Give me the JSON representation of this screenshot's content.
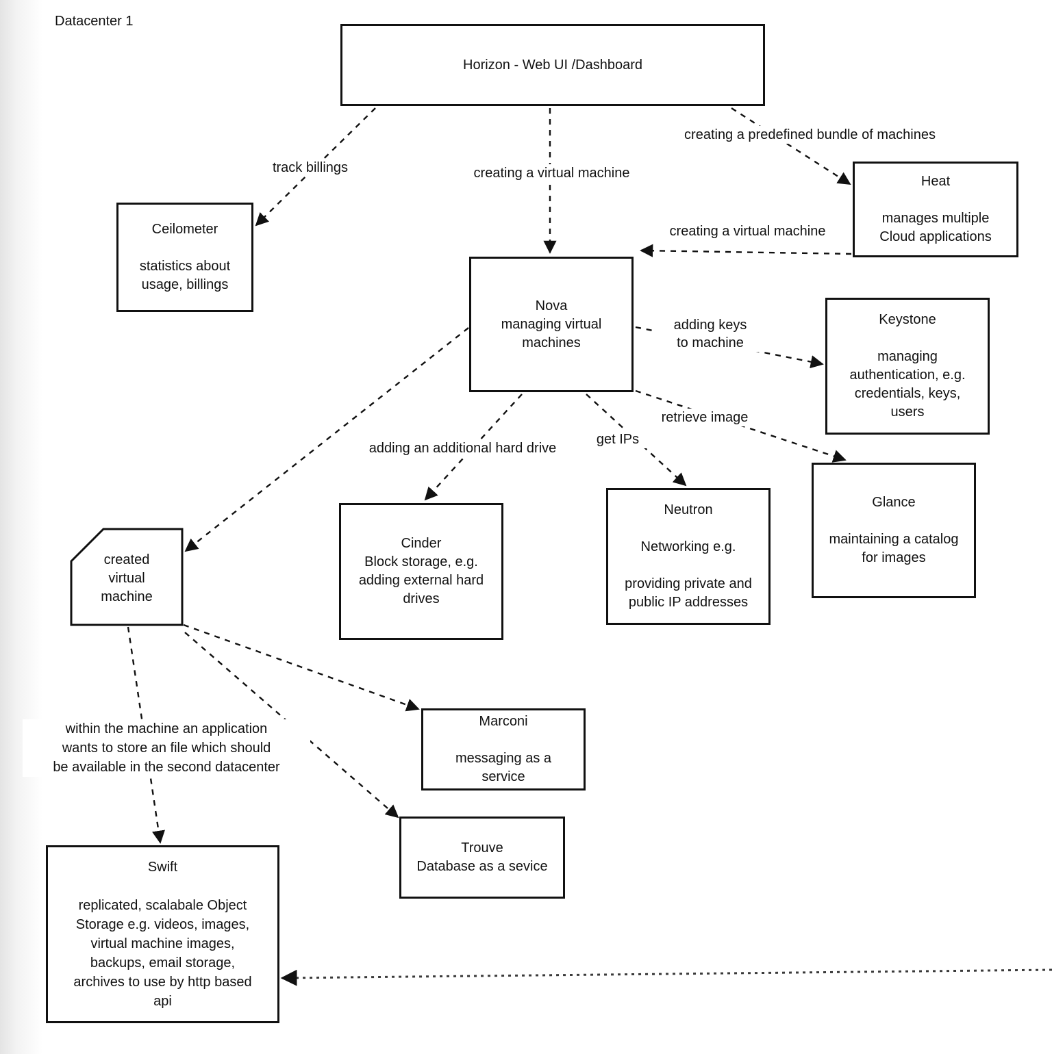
{
  "diagram": {
    "title": "Datacenter 1",
    "colors": {
      "line": "#111111",
      "box_border": "#111111",
      "background": "#ffffff"
    },
    "nodes": {
      "horizon": {
        "text": "Horizon - Web UI /Dashboard"
      },
      "ceilometer": {
        "text": "Ceilometer\n\nstatistics about\nusage, billings"
      },
      "heat": {
        "text": "Heat\n\nmanages multiple\nCloud applications"
      },
      "nova": {
        "text": "Nova\nmanaging virtual\nmachines"
      },
      "keystone": {
        "text": "Keystone\n\nmanaging\nauthentication, e.g.\ncredentials, keys,\nusers"
      },
      "glance": {
        "text": "Glance\n\nmaintaining a catalog\nfor images"
      },
      "cinder": {
        "text": "Cinder\nBlock storage, e.g.\nadding external hard\ndrives"
      },
      "neutron": {
        "text": "Neutron\n\nNetworking e.g.\n\nproviding private and\npublic IP addresses"
      },
      "created_vm": {
        "text": "created\nvirtual\nmachine"
      },
      "marconi": {
        "text": "Marconi\n\nmessaging as a\nservice"
      },
      "trouve": {
        "text": "Trouve\nDatabase as a sevice"
      },
      "swift": {
        "text": "Swift\n\nreplicated, scalabale Object\nStorage e.g. videos, images,\nvirtual machine images,\nbackups, email storage,\narchives to use by http based\napi"
      }
    },
    "edge_labels": {
      "track_billings": "track billings",
      "creating_vm_from_horizon": "creating a virtual machine",
      "creating_bundle": "creating a predefined bundle of machines",
      "creating_vm_from_heat": "creating a virtual machine",
      "adding_keys": "adding keys\nto machine",
      "retrieve_image": "retrieve image",
      "get_ips": "get IPs",
      "adding_hard_drive": "adding an additional hard drive",
      "store_file_note": "within the machine an application\nwants to store an file which should\nbe available in the second datacenter"
    }
  }
}
